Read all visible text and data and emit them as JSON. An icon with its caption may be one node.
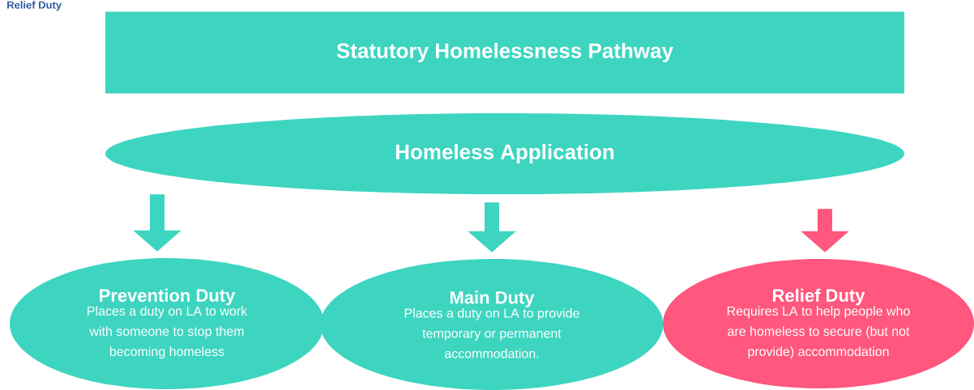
{
  "diagram": {
    "nodes": [
      {
        "text": [
          "Statutory Homelessness Pathway"
        ]
      },
      {
        "text": [
          "Homeless Application"
        ]
      },
      {
        "text": [
          "Prevention Duty",
          "Places a duty on LA to work with someone to stop them becoming homeless"
        ]
      },
      {
        "text": [
          "Main Duty",
          "Places a duty on LA to provide temporary or permanent accommodation."
        ]
      },
      {
        "text": [
          "Relief Duty",
          "Requires LA to help people who are homeless to secure (but not provide) accommodation"
        ]
      }
    ],
    "edges": [
      {
        "from": 1,
        "to": 2,
        "arrow": "to"
      },
      {
        "from": 1,
        "to": 3,
        "arrow": "to"
      },
      {
        "from": 1,
        "to": 4,
        "arrow": "to",
        "color": "#ff577d"
      }
    ],
    "labels": [
      "Relief Duty"
    ]
  }
}
